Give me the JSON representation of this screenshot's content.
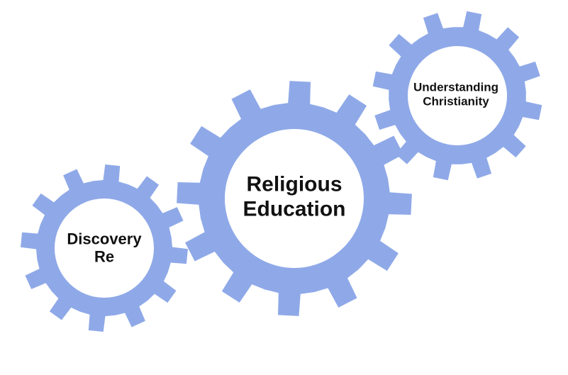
{
  "colors": {
    "gear": "#8FA9E8",
    "hub": "#FFFFFF",
    "text": "#111111"
  },
  "gears": [
    {
      "id": "discovery",
      "line1": "Discovery",
      "line2": "Re",
      "teeth": 12
    },
    {
      "id": "religious",
      "line1": "Religious",
      "line2": "Education",
      "teeth": 12
    },
    {
      "id": "understanding",
      "line1": "Understanding",
      "line2": "Christianity",
      "teeth": 12
    }
  ]
}
